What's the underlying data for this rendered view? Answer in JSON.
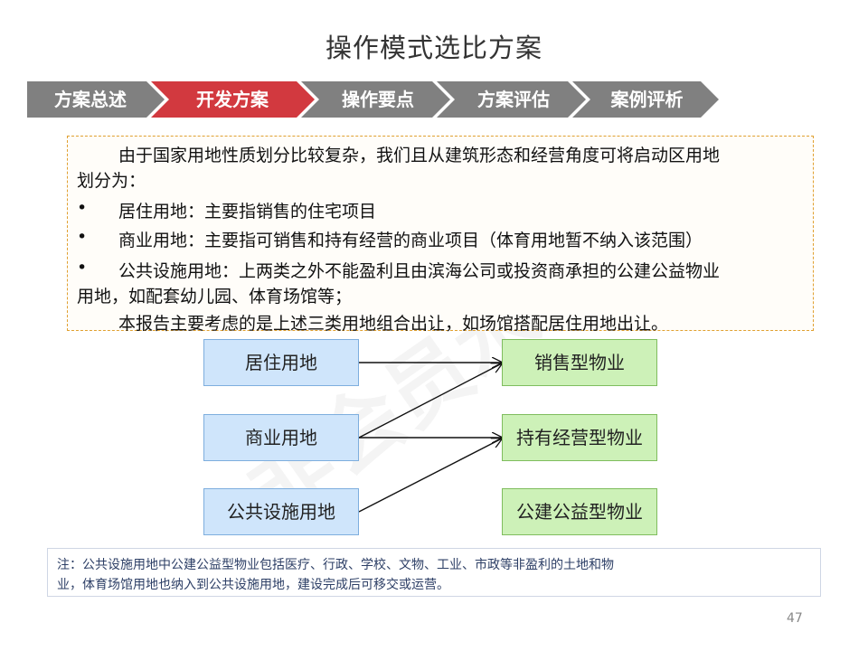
{
  "title": "操作模式选比方案",
  "nav": {
    "items": [
      {
        "label": "方案总述",
        "active": false
      },
      {
        "label": "开发方案",
        "active": true
      },
      {
        "label": "操作要点",
        "active": false
      },
      {
        "label": "方案评估",
        "active": false
      },
      {
        "label": "案例评析",
        "active": false
      }
    ],
    "colors": {
      "inactive": "#808080",
      "active": "#d2393f"
    }
  },
  "description": {
    "intro_line1": "由于国家用地性质划分比较复杂，我们且从建筑形态和经营角度可将启动区用地",
    "intro_line2": "划分为：",
    "bullet_symbol": "•",
    "bullets": [
      {
        "line1": "居住用地：主要指销售的住宅项目"
      },
      {
        "line1": "商业用地：主要指可销售和持有经营的商业项目（体育用地暂不纳入该范围）"
      },
      {
        "line1": "公共设施用地：上两类之外不能盈利且由滨海公司或投资商承担的公建公益物业",
        "line2": "用地，如配套幼儿园、体育场馆等；"
      }
    ],
    "conclusion": "本报告主要考虑的是上述三类用地组合出让，如场馆搭配居住用地出让。"
  },
  "diagram": {
    "sources": [
      "居住用地",
      "商业用地",
      "公共设施用地"
    ],
    "targets": [
      "销售型物业",
      "持有经营型物业",
      "公建公益型物业"
    ],
    "links": [
      {
        "from": "居住用地",
        "to": "销售型物业"
      },
      {
        "from": "商业用地",
        "to": "销售型物业"
      },
      {
        "from": "商业用地",
        "to": "持有经营型物业"
      },
      {
        "from": "公共设施用地",
        "to": "持有经营型物业"
      }
    ]
  },
  "note": {
    "line1": "注：公共设施用地中公建公益型物业包括医疗、行政、学校、文物、工业、市政等非盈利的土地和物",
    "line2": "业，体育场馆用地也纳入到公共设施用地，建设完成后可移交或运营。"
  },
  "page_number": "47",
  "watermark": "非会员水印"
}
